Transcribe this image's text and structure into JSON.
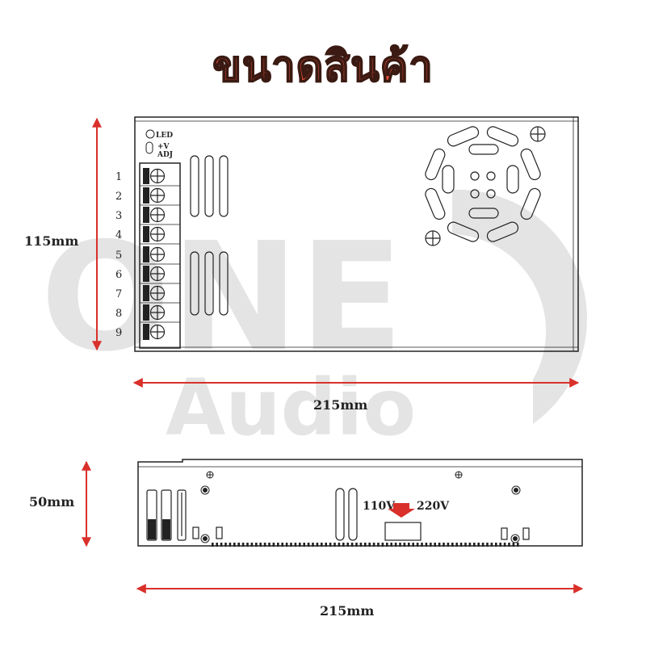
{
  "title": "ขนาดสินค้า",
  "watermark": {
    "brand": "ONE",
    "sub": "Audio"
  },
  "top_view": {
    "led_label": "LED",
    "adj_plus_label": "+V",
    "adj_label": "ADJ",
    "terminal_numbers": [
      "1",
      "2",
      "3",
      "4",
      "5",
      "6",
      "7",
      "8",
      "9"
    ]
  },
  "side_view": {
    "voltage_110": "110V",
    "voltage_220": "220V"
  },
  "dimensions": {
    "top_height": "115mm",
    "top_width": "215mm",
    "side_height": "50mm",
    "side_width": "215mm"
  },
  "colors": {
    "arrow": "#d9302a",
    "title_fill": "#f0523a",
    "watermark": "#e4e4e4"
  }
}
